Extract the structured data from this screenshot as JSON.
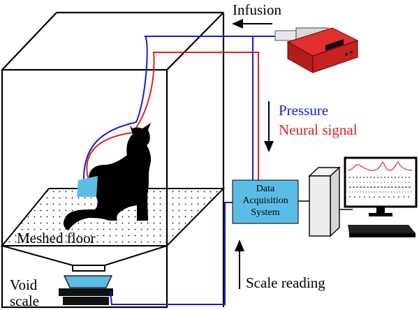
{
  "labels": {
    "infusion": "Infusion",
    "pressure": "Pressure",
    "neural_signal": "Neural signal",
    "data_acquisition_line1": "Data",
    "data_acquisition_line2": "Acquisition",
    "data_acquisition_line3": "System",
    "meshed_floor": "Meshed floor",
    "void_scale_line1": "Void",
    "void_scale_line2": "scale",
    "scale_reading": "Scale reading"
  },
  "colors": {
    "pressure": "#1a1ad6",
    "neural_signal": "#e0201e",
    "daq_box": "#5bbde6",
    "void_container": "#5bbde6",
    "pump_body": "#d42a2a",
    "outline": "#000000"
  },
  "icons": [
    "cage",
    "cat-silhouette",
    "syringe-pump",
    "computer-tower",
    "monitor",
    "keyboard",
    "void-scale"
  ]
}
